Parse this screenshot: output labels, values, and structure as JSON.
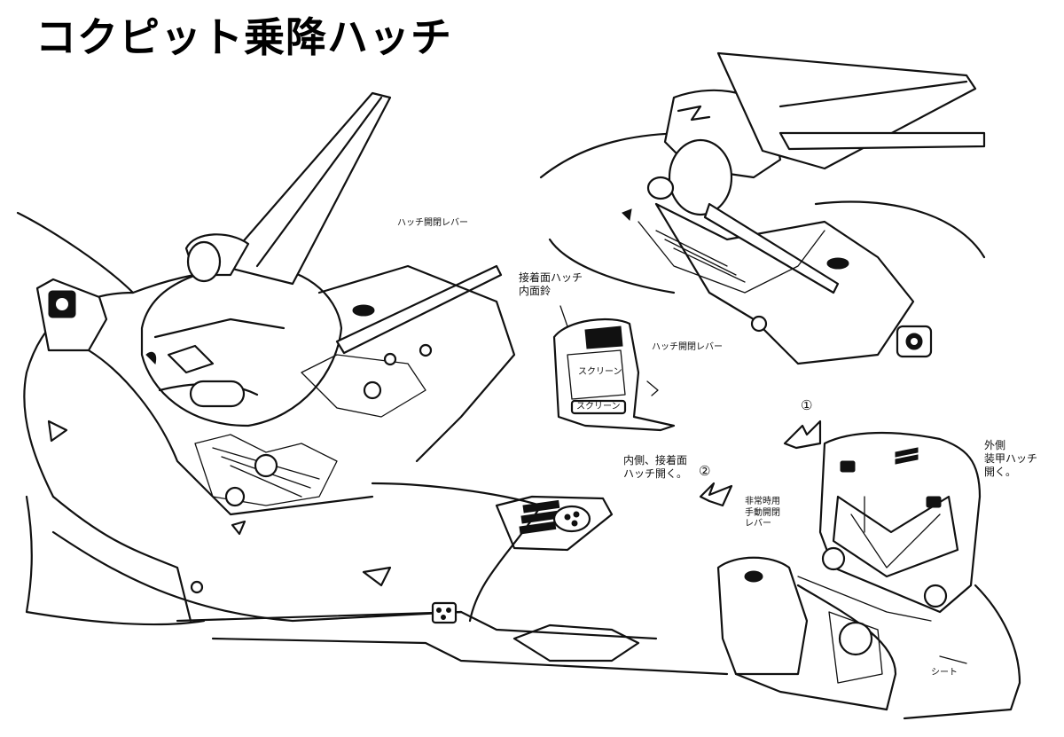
{
  "title": "コクピット乗降ハッチ",
  "annotations": {
    "lever_top": "ハッチ開閉レバー",
    "inner_surface_header": "接着面ハッチ\n内面鈴",
    "hatch_lever": "ハッチ開閉レバー",
    "screen_1": "スクリーン",
    "screen_2": "スクリーン",
    "step_1": "①",
    "step_2": "②",
    "inner_open": "内側、接着面\nハッチ開く。",
    "outer_open": "外側\n装甲ハッチ\n開く。",
    "emergency_lever": "非常時用\n手動開閉\nレバー",
    "seat": "シート"
  }
}
